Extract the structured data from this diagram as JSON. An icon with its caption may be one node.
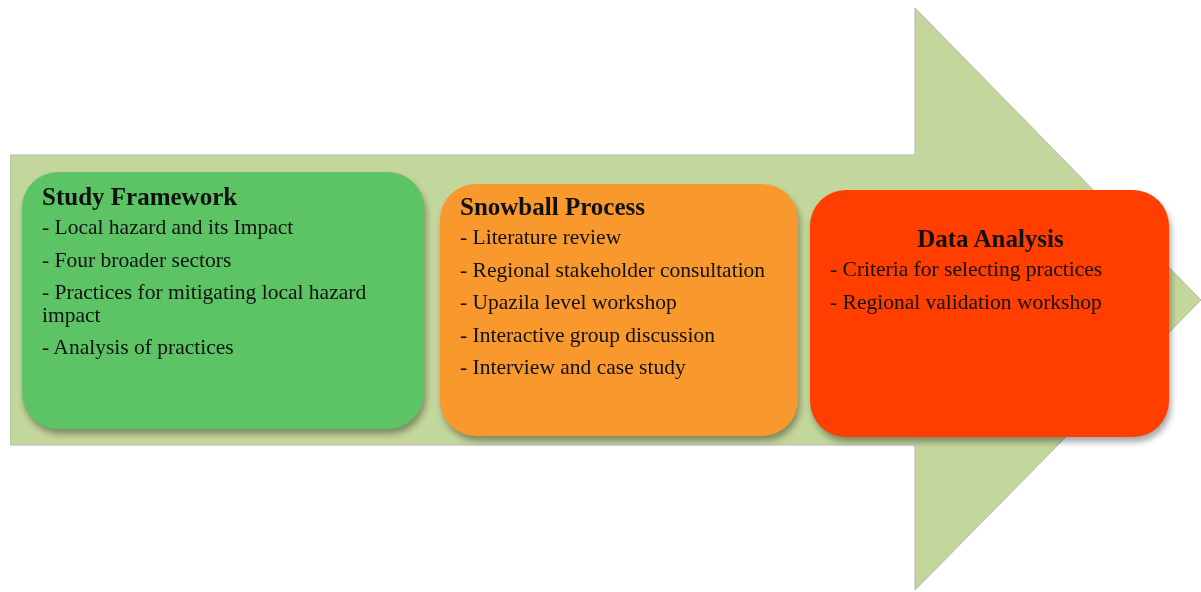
{
  "diagram": {
    "nodes": [
      {
        "text": [],
        "shape": "arrow"
      },
      {
        "text": [
          "Study Framework",
          "- Local hazard and its Impact",
          "- Four broader sectors",
          "- Practices for mitigating local hazard impact",
          "- Analysis of practices"
        ],
        "in": 0
      },
      {
        "text": [
          "Snowball Process",
          "- Literature review",
          "- Regional stakeholder consultation",
          "- Upazila level workshop",
          "- Interactive group discussion",
          "- Interview and case study"
        ],
        "in": 0
      },
      {
        "text": [
          "Data Analysis",
          "- Criteria for selecting practices",
          "- Regional validation workshop"
        ],
        "in": 0
      }
    ]
  }
}
